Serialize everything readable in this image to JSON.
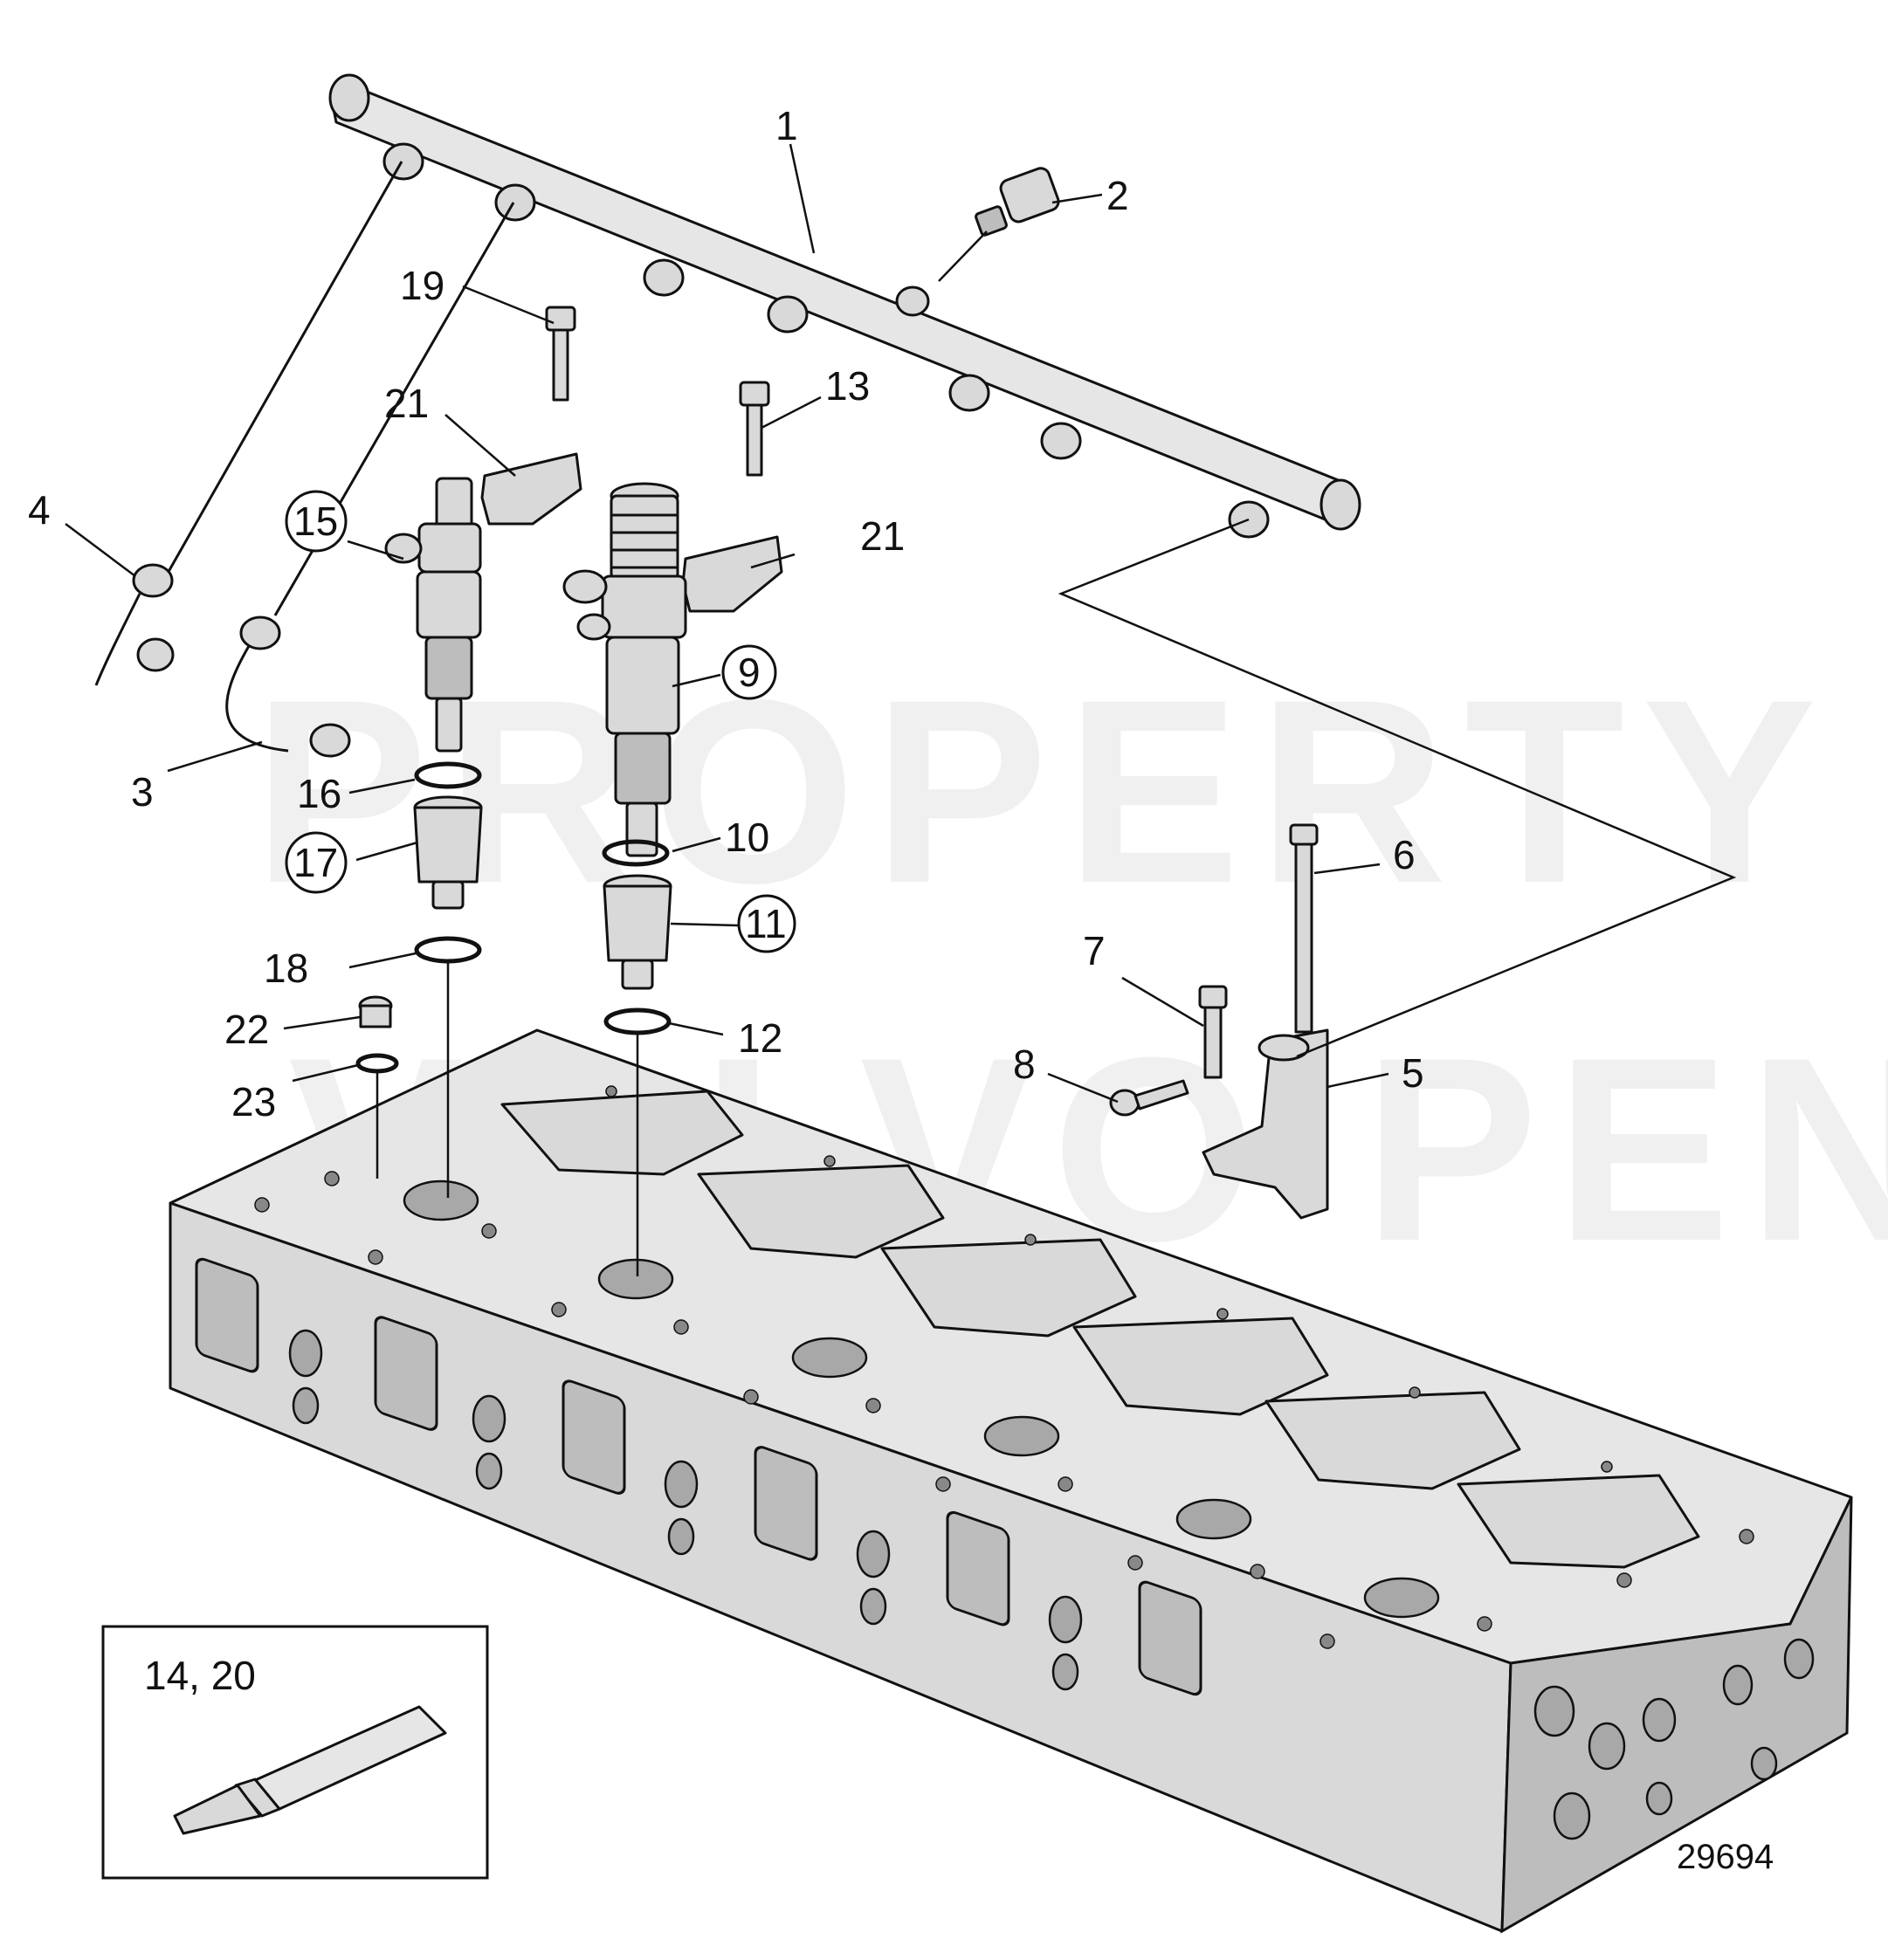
{
  "watermark": {
    "line1": "PROPERTY OF",
    "line2": "VOLVO PENTA"
  },
  "callouts": [
    {
      "id": "1",
      "text": "1",
      "circled": false
    },
    {
      "id": "2",
      "text": "2",
      "circled": false
    },
    {
      "id": "3",
      "text": "3",
      "circled": false
    },
    {
      "id": "4",
      "text": "4",
      "circled": false
    },
    {
      "id": "5",
      "text": "5",
      "circled": false
    },
    {
      "id": "6",
      "text": "6",
      "circled": false
    },
    {
      "id": "7",
      "text": "7",
      "circled": false
    },
    {
      "id": "8",
      "text": "8",
      "circled": false
    },
    {
      "id": "9",
      "text": "9",
      "circled": true
    },
    {
      "id": "10",
      "text": "10",
      "circled": false
    },
    {
      "id": "11",
      "text": "11",
      "circled": true
    },
    {
      "id": "12",
      "text": "12",
      "circled": false
    },
    {
      "id": "13",
      "text": "13",
      "circled": false
    },
    {
      "id": "15",
      "text": "15",
      "circled": true
    },
    {
      "id": "16",
      "text": "16",
      "circled": false
    },
    {
      "id": "17",
      "text": "17",
      "circled": true
    },
    {
      "id": "18",
      "text": "18",
      "circled": false
    },
    {
      "id": "19",
      "text": "19",
      "circled": false
    },
    {
      "id": "21a",
      "text": "21",
      "circled": false
    },
    {
      "id": "21b",
      "text": "21",
      "circled": false
    },
    {
      "id": "22",
      "text": "22",
      "circled": false
    },
    {
      "id": "23",
      "text": "23",
      "circled": false
    }
  ],
  "inset": {
    "label": "14,  20"
  },
  "figure_number": "29694"
}
